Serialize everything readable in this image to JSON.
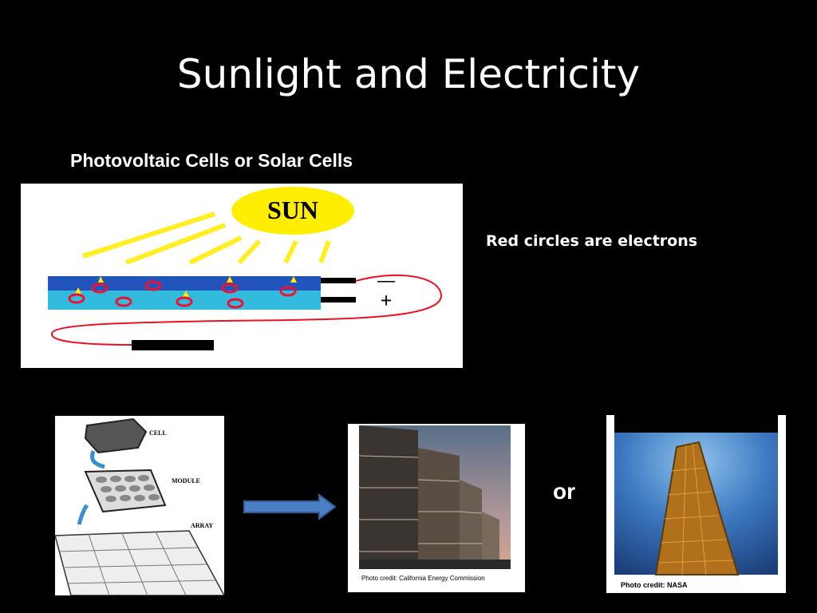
{
  "slide": {
    "title": "Sunlight and Electricity",
    "subtitle": "Photovoltaic Cells or Solar Cells",
    "note": "Red circles are electrons",
    "or_label": "or"
  },
  "cell_diagram": {
    "sun_label": "SUN",
    "minus_sign": "—",
    "plus_sign": "+"
  },
  "hierarchy": {
    "cell_label": "CELL",
    "module_label": "MODULE",
    "array_label": "ARRAY"
  },
  "photos": {
    "building_credit": "Photo credit: California Energy Commission",
    "satellite_credit": "Photo credit: NASA"
  },
  "colors": {
    "background": "#000000",
    "sun_yellow": "#ffee00",
    "ray_yellow": "#ffee22",
    "cell_top": "#2255bb",
    "cell_bottom": "#33bbdd",
    "electron_red": "#ee1133",
    "wire_red": "#ee1122",
    "arrow_blue": "#4a7fc4"
  }
}
